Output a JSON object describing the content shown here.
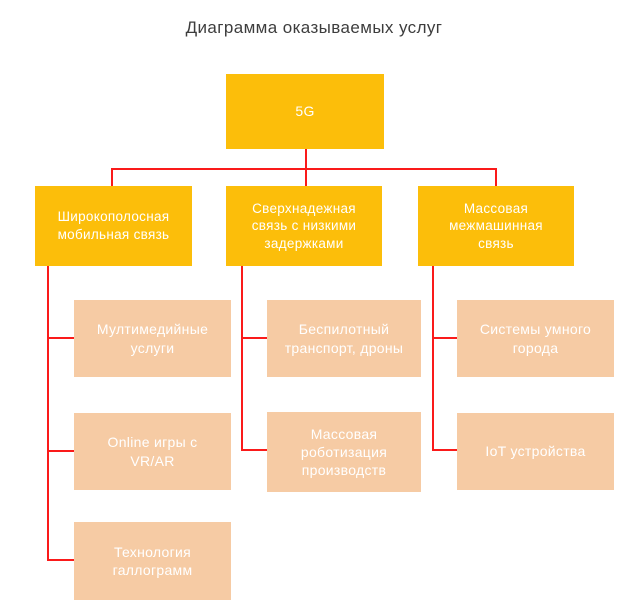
{
  "title": "Диаграмма оказываемых услуг",
  "colors": {
    "root_node": "#FCBE0A",
    "leaf_node": "#F6CBA4",
    "connector": "#FA1A1A",
    "title_text": "#3D3D3D",
    "node_text": "#FFFFFF"
  },
  "tree": {
    "root": {
      "label": "5G"
    },
    "branches": [
      {
        "label": "Широкополосная\nмобильная связь",
        "children": [
          "Мултимедийные\nуслуги",
          "Online игры с\nVR/AR",
          "Технология\nгаллограмм"
        ]
      },
      {
        "label": "Сверхнадежная\nсвязь с низкими\nзадержками",
        "children": [
          "Беспилотный\nтранспорт, дроны",
          "Массовая\nроботизация\nпроизводств"
        ]
      },
      {
        "label": "Массовая\nмежмашинная\nсвязь",
        "children": [
          "Системы умного\nгорода",
          "IoT устройства"
        ]
      }
    ]
  }
}
